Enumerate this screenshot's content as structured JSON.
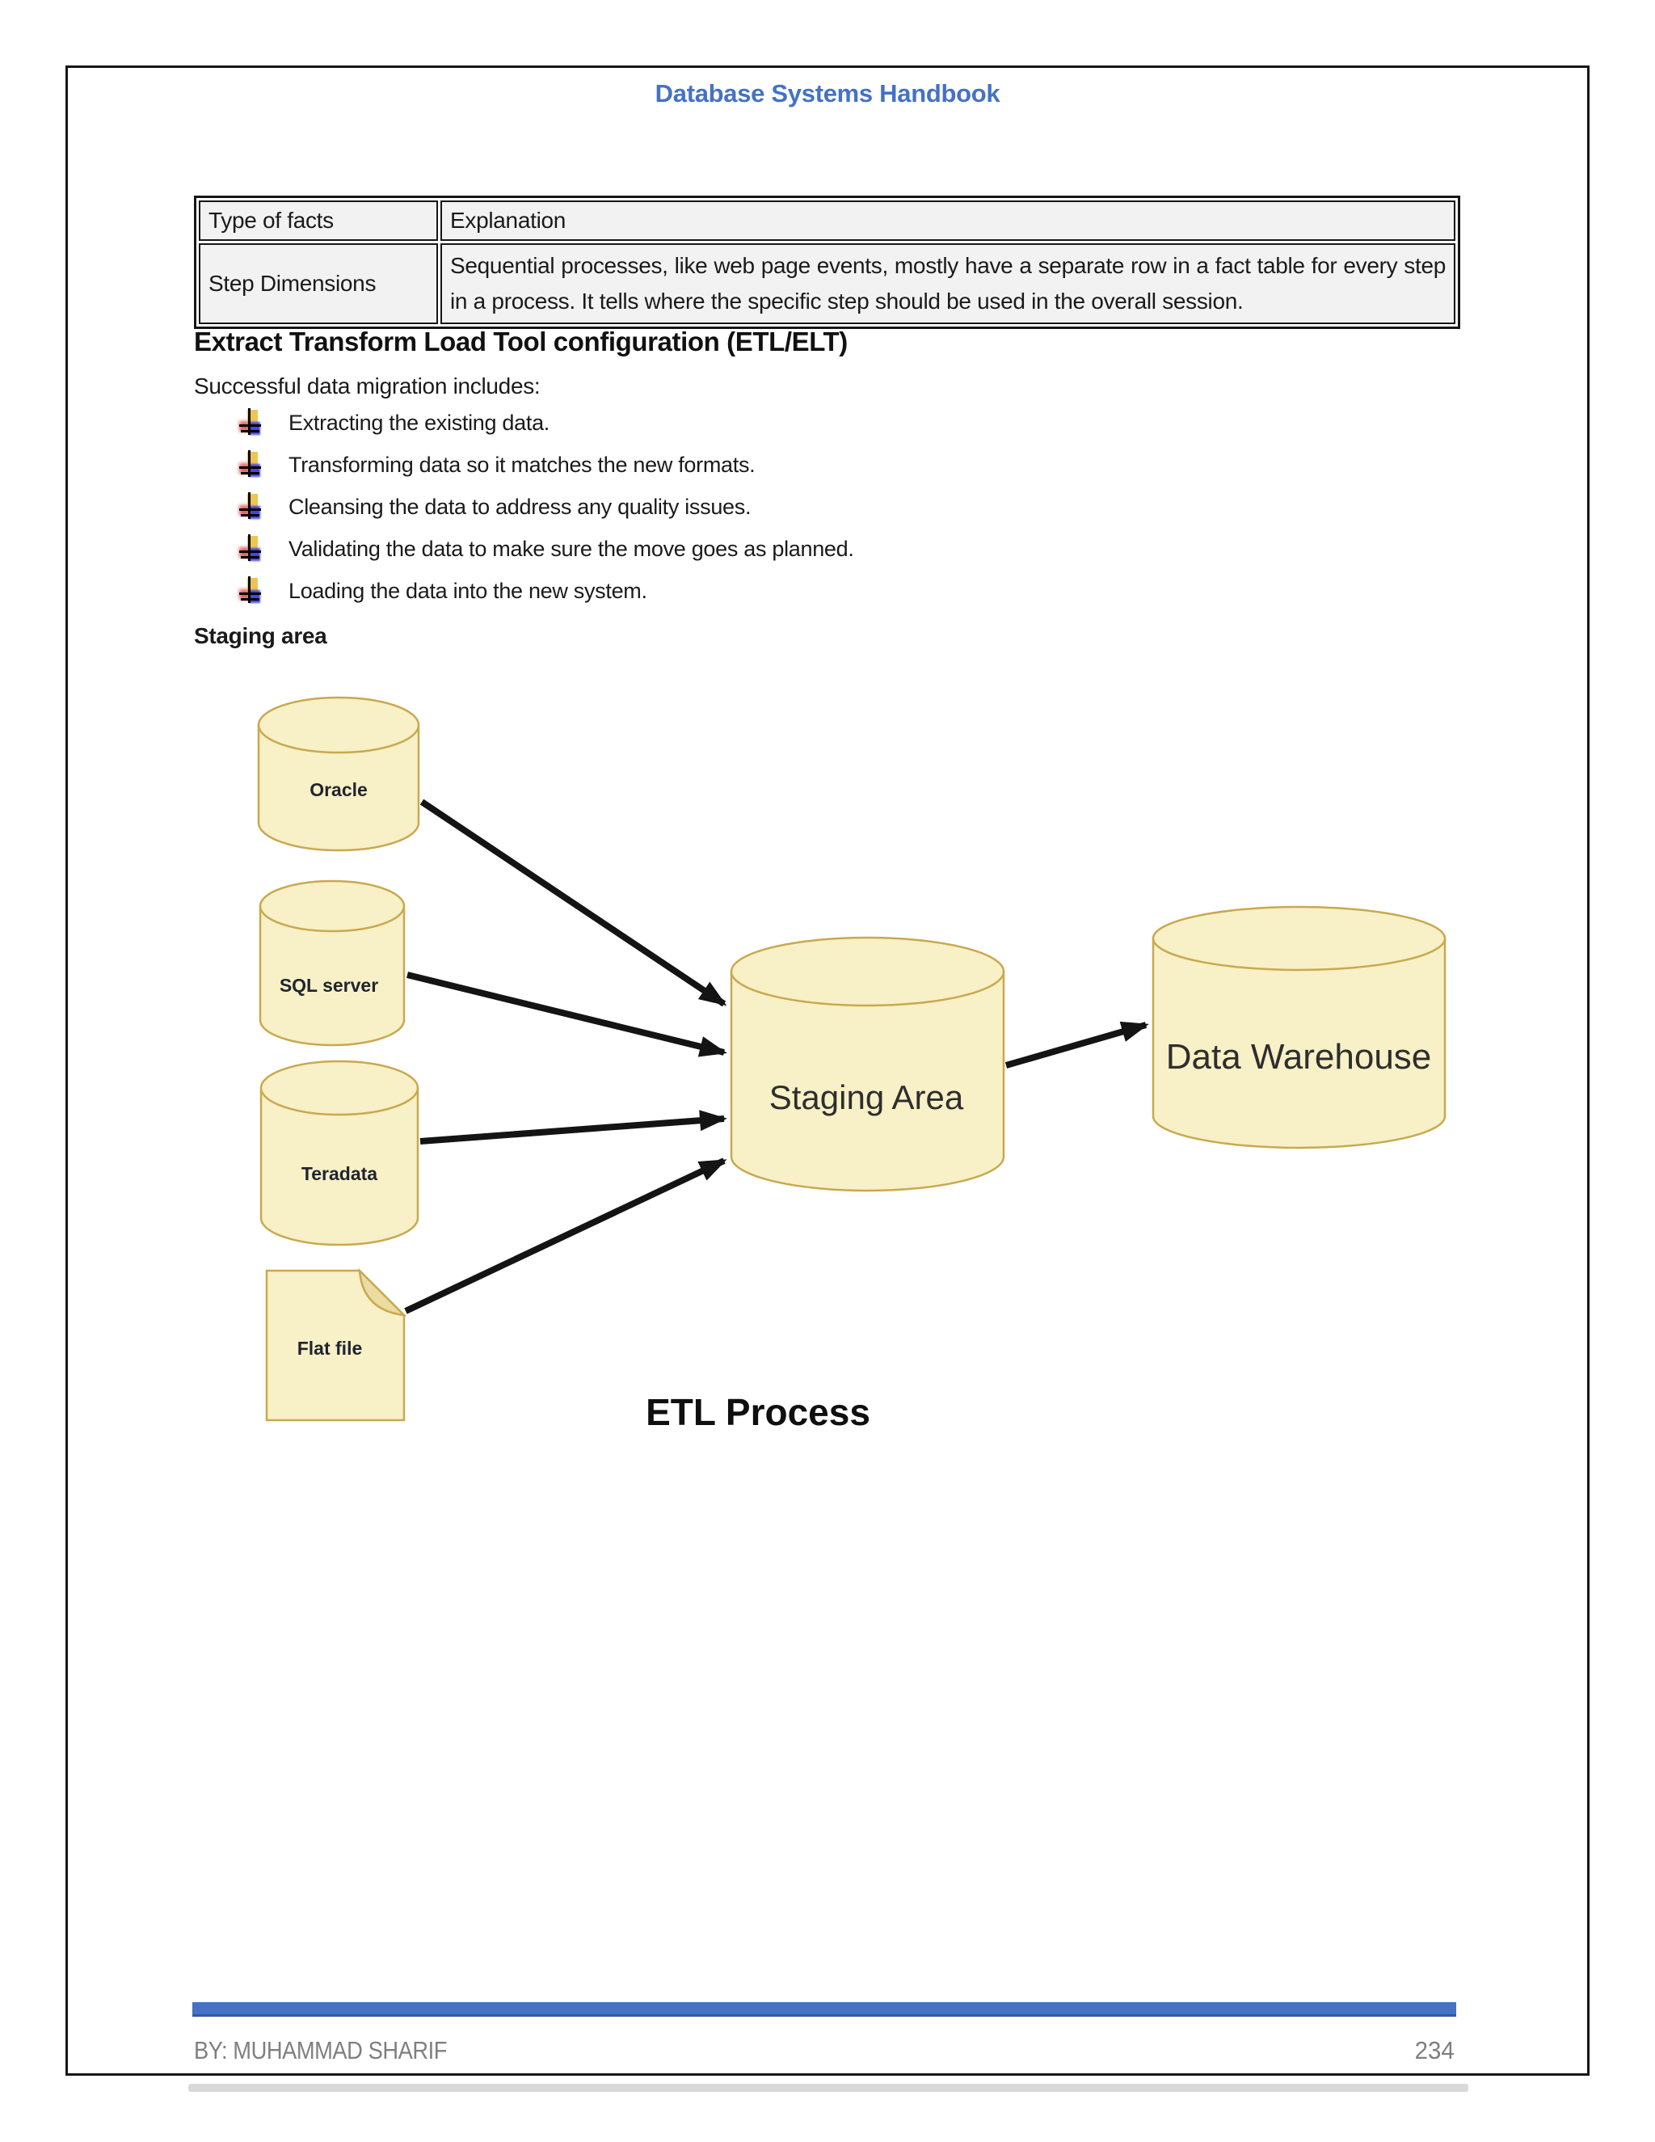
{
  "header": {
    "title": "Database Systems Handbook"
  },
  "table": {
    "columns": [
      "Type of facts",
      "Explanation"
    ],
    "rows": [
      {
        "type": "Step Dimensions",
        "explanation": "Sequential processes, like web page events, mostly have a separate row in a fact table for every step in a process. It tells where the specific step should be used in the overall session."
      }
    ]
  },
  "section": {
    "heading": "Extract Transform Load Tool configuration (ETL/ELT)",
    "intro": "Successful data migration includes:",
    "bullets": [
      "Extracting the existing data.",
      "Transforming data so it matches the new formats.",
      "Cleansing the data to address any quality issues.",
      "Validating the data to make sure the move goes as planned.",
      "Loading the data into the new system."
    ],
    "subheading": "Staging area"
  },
  "diagram": {
    "sources": [
      {
        "label": "Oracle",
        "shape": "cylinder"
      },
      {
        "label": "SQL server",
        "shape": "cylinder"
      },
      {
        "label": "Teradata",
        "shape": "cylinder"
      },
      {
        "label": "Flat file",
        "shape": "document"
      }
    ],
    "staging_label": "Staging Area",
    "warehouse_label": "Data Warehouse",
    "caption": "ETL Process"
  },
  "footer": {
    "author": "BY: MUHAMMAD SHARIF",
    "page_number": "234"
  },
  "colors": {
    "accent": "#4472c4",
    "accent_dark": "#38589c",
    "cylinder_fill": "#f8f0c6",
    "cylinder_stroke": "#c9a94f",
    "table_cell_bg": "#f2f2f2",
    "footer_text": "#7f7f7f",
    "arrow": "#141414",
    "text": "#1a1a1a"
  }
}
